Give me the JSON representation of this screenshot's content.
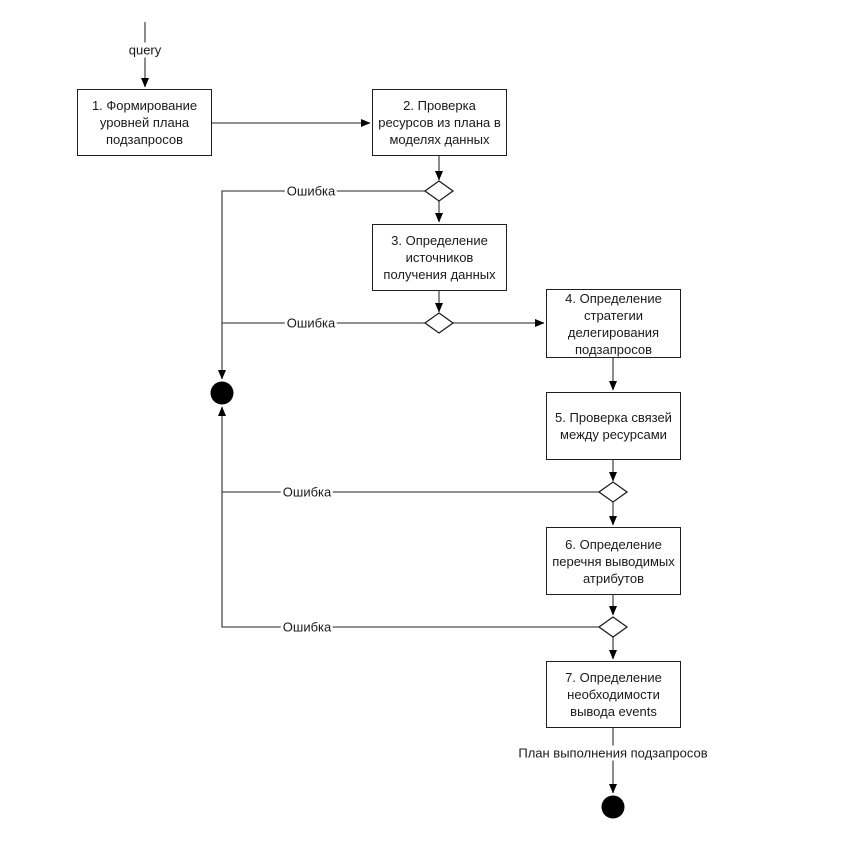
{
  "diagram": {
    "start_label": "query",
    "error_label": "Ошибка",
    "output_label": "План выполнения подзапросов",
    "nodes": [
      {
        "id": 1,
        "label": "1. Формирование\nуровней плана\nподзапросов"
      },
      {
        "id": 2,
        "label": "2. Проверка\nресурсов из плана в\nмоделях данных"
      },
      {
        "id": 3,
        "label": "3. Определение\nисточников\nполучения данных"
      },
      {
        "id": 4,
        "label": "4. Определение\nстратегии\nделегирования\nподзапросов"
      },
      {
        "id": 5,
        "label": "5. Проверка связей\nмежду ресурсами"
      },
      {
        "id": 6,
        "label": "6. Определение\nперечня выводимых\nатрибутов"
      },
      {
        "id": 7,
        "label": "7. Определение\nнеобходимости\nвывода events"
      }
    ],
    "decision_count": 4,
    "colors": {
      "connector": "#4d4d4d",
      "shape_border": "#1f1f1f",
      "shape_fill": "#ffffff",
      "terminal_fill": "#000000",
      "background": "#ffffff",
      "text": "#1a1a1a"
    }
  }
}
